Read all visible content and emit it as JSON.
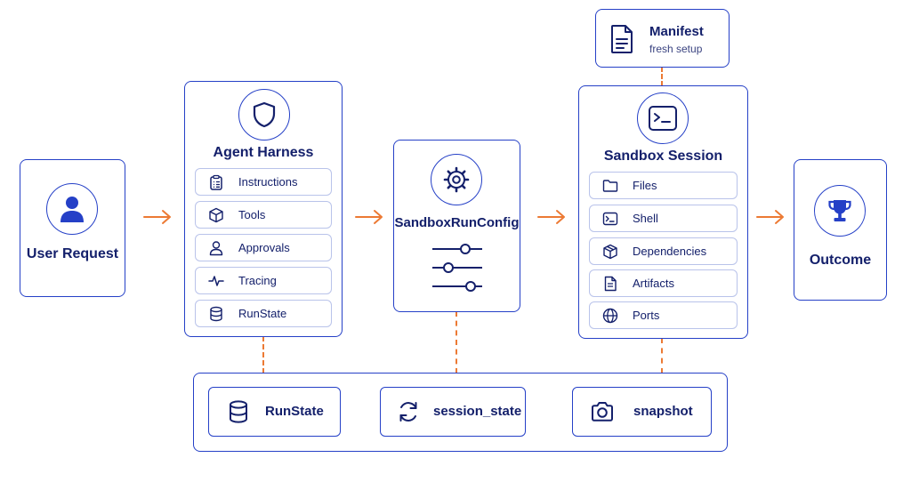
{
  "user_request": {
    "title": "User Request",
    "icon": "user-icon"
  },
  "agent_harness": {
    "title": "Agent Harness",
    "icon": "shield-icon",
    "items": [
      {
        "label": "Instructions",
        "icon": "clipboard-list-icon"
      },
      {
        "label": "Tools",
        "icon": "cube-icon"
      },
      {
        "label": "Approvals",
        "icon": "person-icon"
      },
      {
        "label": "Tracing",
        "icon": "pulse-icon"
      },
      {
        "label": "RunState",
        "icon": "database-icon"
      }
    ]
  },
  "sandbox_run_config": {
    "title": "SandboxRunConfig",
    "icon": "gear-icon",
    "sliders_icon": "sliders-icon"
  },
  "manifest": {
    "title": "Manifest",
    "subtitle": "fresh setup",
    "icon": "document-icon"
  },
  "sandbox_session": {
    "title": "Sandbox Session",
    "icon": "terminal-icon",
    "items": [
      {
        "label": "Files",
        "icon": "folder-icon"
      },
      {
        "label": "Shell",
        "icon": "terminal-icon"
      },
      {
        "label": "Dependencies",
        "icon": "package-icon"
      },
      {
        "label": "Artifacts",
        "icon": "file-icon"
      },
      {
        "label": "Ports",
        "icon": "globe-icon"
      }
    ]
  },
  "outcome": {
    "title": "Outcome",
    "icon": "trophy-icon"
  },
  "state_bar": {
    "items": [
      {
        "label": "RunState",
        "icon": "database-icon"
      },
      {
        "label": "session_state",
        "icon": "refresh-icon"
      },
      {
        "label": "snapshot",
        "icon": "camera-icon"
      }
    ]
  },
  "colors": {
    "accent": "#2540c7",
    "text": "#14206b",
    "connector": "#ec7a34",
    "item_border": "#b9c3ea"
  }
}
